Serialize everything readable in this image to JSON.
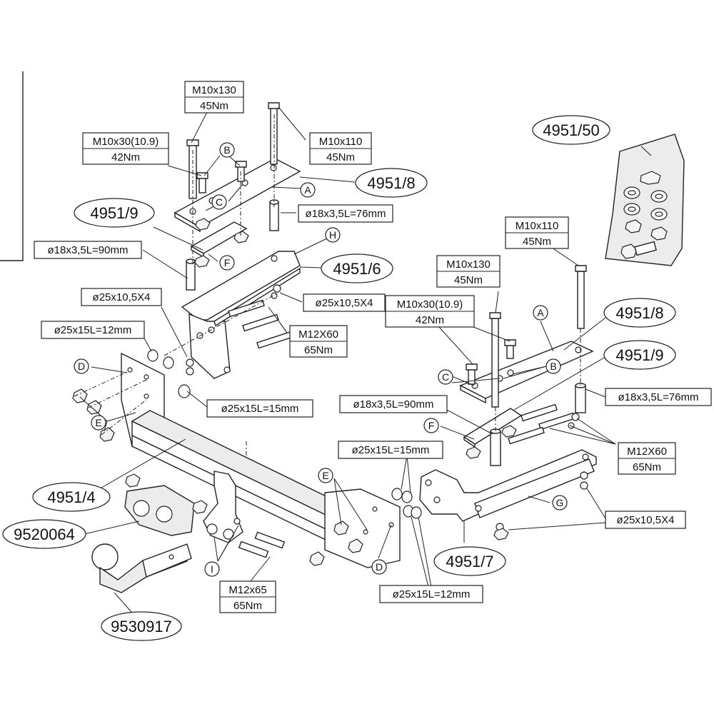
{
  "callouts": {
    "p_4951_8_left": "4951/8",
    "p_4951_9_left": "4951/9",
    "p_4951_6": "4951/6",
    "p_4951_50": "4951/50",
    "p_4951_8_right": "4951/8",
    "p_4951_9_right": "4951/9",
    "p_4951_4": "4951/4",
    "p_9520064": "9520064",
    "p_9530917": "9530917",
    "p_4951_7": "4951/7"
  },
  "specs": {
    "left_m10x130": [
      "M10x130",
      "45Nm"
    ],
    "left_m10x30": [
      "M10x30(10.9)",
      "42Nm"
    ],
    "left_m10x110": [
      "M10x110",
      "45Nm"
    ],
    "left_tube76": [
      "ø18x3,5L=76mm"
    ],
    "left_tube90": [
      "ø18x3,5L=90mm"
    ],
    "left_washer25x10": [
      "ø25x10,5X4"
    ],
    "left_washer25x10_b": [
      "ø25x10,5X4"
    ],
    "left_spacer12": [
      "ø25x15L=12mm"
    ],
    "left_m12x60": [
      "M12X60",
      "65Nm"
    ],
    "left_spacer15": [
      "ø25x15L=15mm"
    ],
    "right_m10x110": [
      "M10x110",
      "45Nm"
    ],
    "right_m10x130": [
      "M10x130",
      "45Nm"
    ],
    "right_m10x30": [
      "M10x30(10.9)",
      "42Nm"
    ],
    "right_tube90": [
      "ø18x3,5L=90mm"
    ],
    "right_tube76": [
      "ø18x3,5L=76mm"
    ],
    "right_spacer15": [
      "ø25x15L=15mm"
    ],
    "right_m12x60": [
      "M12X60",
      "65Nm"
    ],
    "right_washer25x10": [
      "ø25x10,5X4"
    ],
    "right_spacer12": [
      "ø25x15L=12mm"
    ],
    "m12x65": [
      "M12x65",
      "65Nm"
    ]
  },
  "letters": {
    "B_left": "B",
    "C_left": "C",
    "A_left": "A",
    "H_left": "H",
    "F_left": "F",
    "D_left": "D",
    "E_left": "E",
    "A_right": "A",
    "B_right": "B",
    "C_right": "C",
    "F_right": "F",
    "G_right": "G",
    "E_mid": "E",
    "D_mid": "D",
    "I_low": "I"
  }
}
